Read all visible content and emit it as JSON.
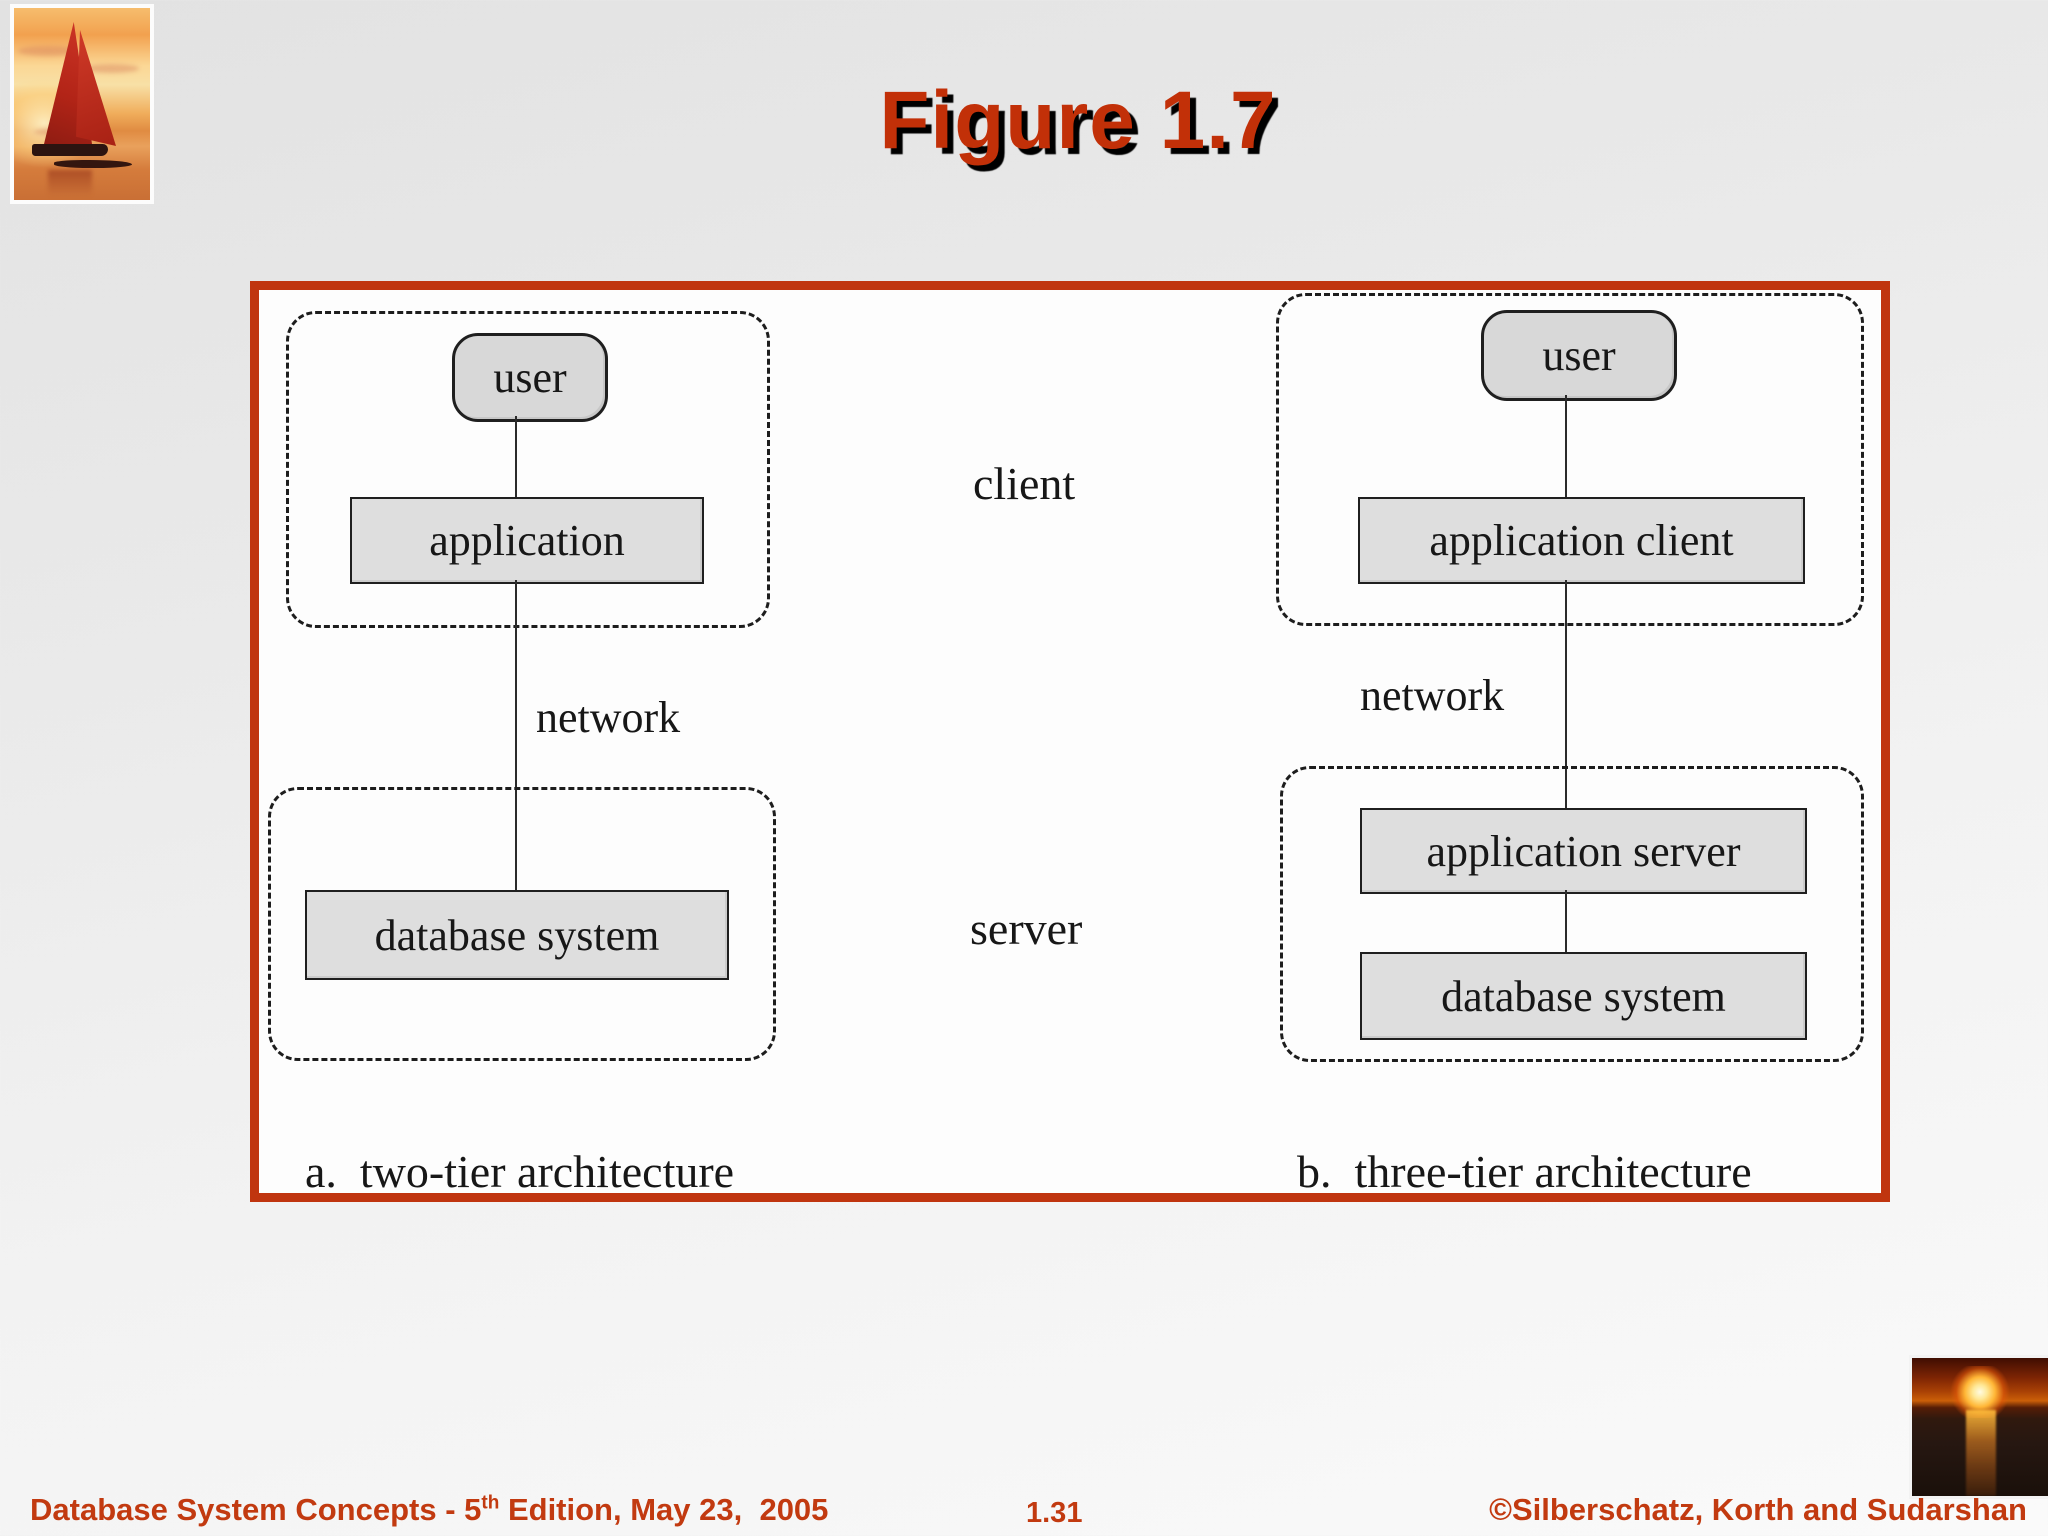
{
  "title": "Figure 1.7",
  "colors": {
    "accent": "#c23008",
    "figure_border": "#c0350f",
    "node_fill": "#dedede"
  },
  "images": {
    "top_left_photo": "sailboat-at-sunset",
    "bottom_right_photo": "sunset-over-water"
  },
  "figure": {
    "middle": {
      "client": "client",
      "server": "server"
    },
    "panel_a": {
      "user": "user",
      "application": "application",
      "database": "database system",
      "network": "network",
      "caption": "a.  two-tier architecture"
    },
    "panel_b": {
      "user": "user",
      "application_client": "application client",
      "application_server": "application server",
      "database": "database system",
      "network": "network",
      "caption": "b.  three-tier architecture"
    }
  },
  "footer": {
    "left_text": "Database System Concepts - 5",
    "left_sup": "th",
    "left_rest": " Edition, May 23,  2005",
    "page": "1.31",
    "right": "©Silberschatz, Korth and Sudarshan"
  }
}
